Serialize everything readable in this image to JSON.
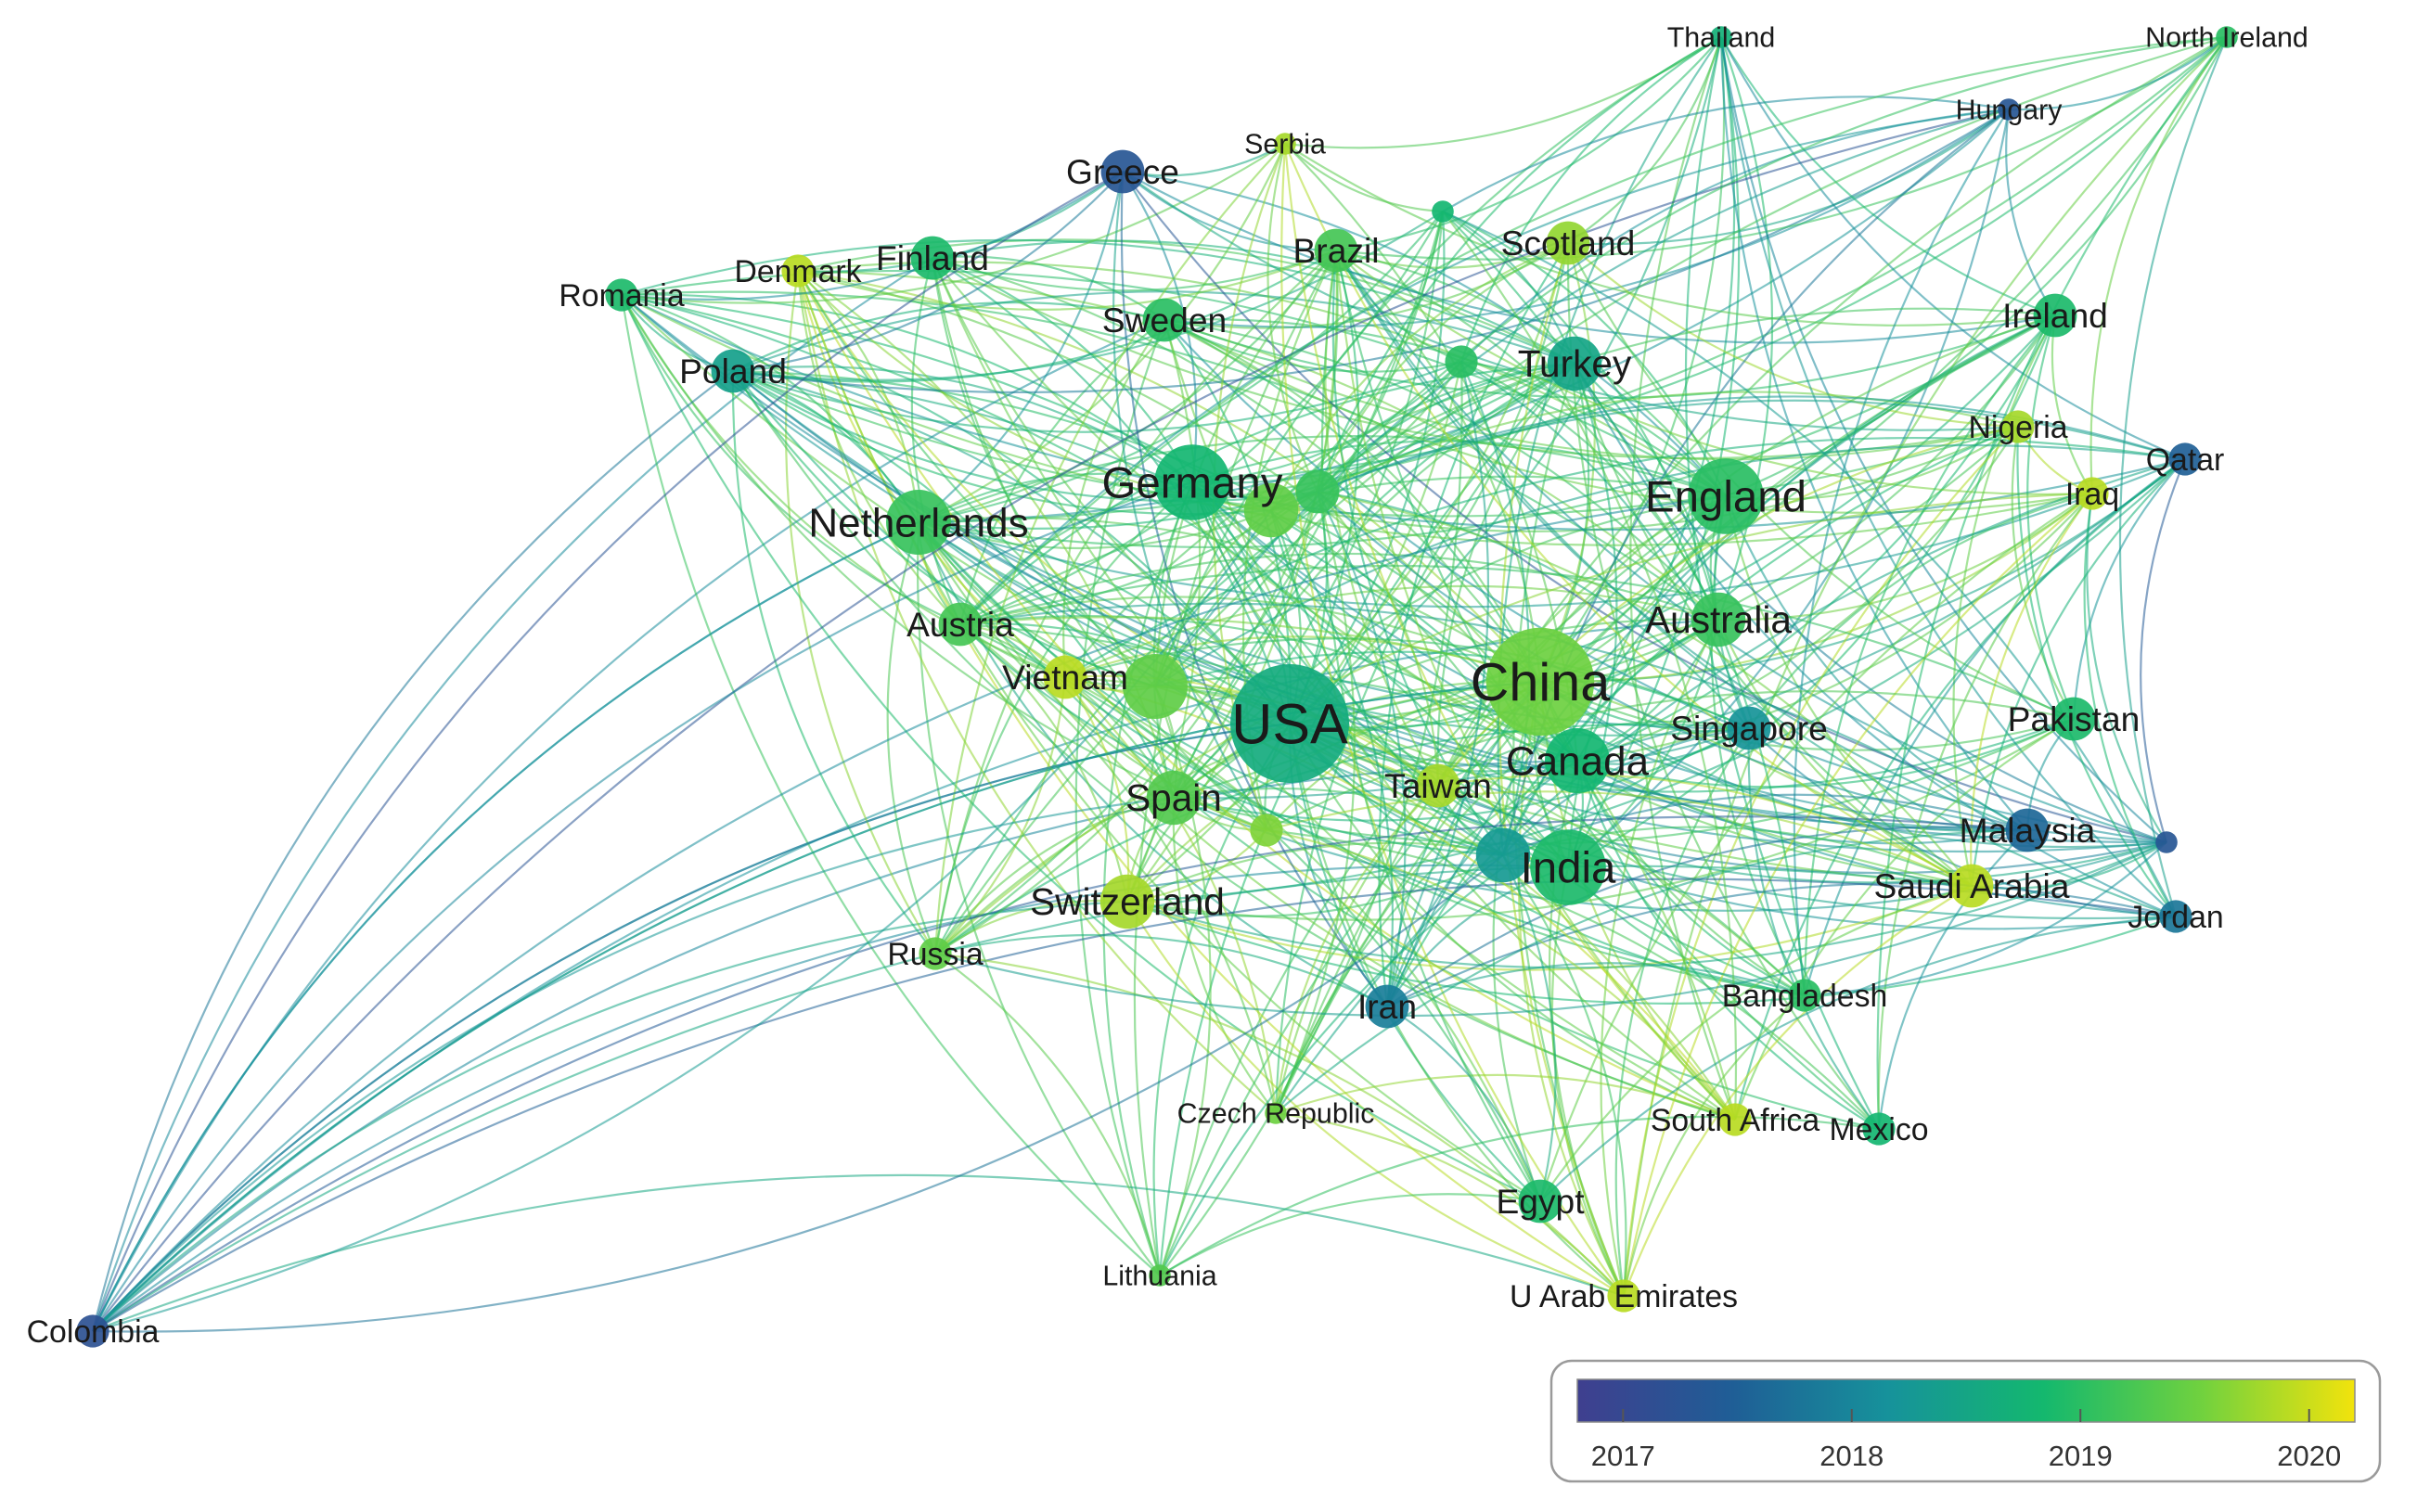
{
  "legend": {
    "ticks": [
      "2017",
      "2018",
      "2019",
      "2020"
    ],
    "range": [
      2016.8,
      2020.2
    ],
    "colors": [
      "#3f3f8f",
      "#1f5e96",
      "#16929b",
      "#14b86e",
      "#6fd13f",
      "#f2e30c"
    ]
  },
  "nodes": [
    {
      "id": "USA",
      "label": "USA",
      "weight": 10,
      "year": 2018.6
    },
    {
      "id": "China",
      "label": "China",
      "weight": 9,
      "year": 2019.5
    },
    {
      "id": "England",
      "label": "England",
      "weight": 6,
      "year": 2019.0
    },
    {
      "id": "Germany",
      "label": "Germany",
      "weight": 6,
      "year": 2018.8
    },
    {
      "id": "Netherlands",
      "label": "Netherlands",
      "weight": 5,
      "year": 2019.1
    },
    {
      "id": "India",
      "label": "India",
      "weight": 6,
      "year": 2018.9
    },
    {
      "id": "Canada",
      "label": "Canada",
      "weight": 5,
      "year": 2018.8
    },
    {
      "id": "Australia",
      "label": "Australia",
      "weight": 4,
      "year": 2019.1
    },
    {
      "id": "Turkey",
      "label": "Turkey",
      "weight": 4,
      "year": 2018.5
    },
    {
      "id": "Spain",
      "label": "Spain",
      "weight": 4,
      "year": 2019.3
    },
    {
      "id": "Switzerland",
      "label": "Switzerland",
      "weight": 4,
      "year": 2019.8
    },
    {
      "id": "Sweden",
      "label": "Sweden",
      "weight": 3,
      "year": 2019.0
    },
    {
      "id": "Finland",
      "label": "Finland",
      "weight": 3,
      "year": 2018.9
    },
    {
      "id": "Denmark",
      "label": "Denmark",
      "weight": 2,
      "year": 2019.9
    },
    {
      "id": "Romania",
      "label": "Romania",
      "weight": 2,
      "year": 2018.9
    },
    {
      "id": "Poland",
      "label": "Poland",
      "weight": 3,
      "year": 2018.4
    },
    {
      "id": "Greece",
      "label": "Greece",
      "weight": 3,
      "year": 2017.3
    },
    {
      "id": "Serbia",
      "label": "Serbia",
      "weight": 1,
      "year": 2019.8
    },
    {
      "id": "Brazil",
      "label": "Brazil",
      "weight": 3,
      "year": 2019.2
    },
    {
      "id": "Scotland",
      "label": "Scotland",
      "weight": 3,
      "year": 2019.7
    },
    {
      "id": "Thailand",
      "label": "Thailand",
      "weight": 1,
      "year": 2018.7
    },
    {
      "id": "Hungary",
      "label": "Hungary",
      "weight": 1,
      "year": 2017.3
    },
    {
      "id": "North Ireland",
      "label": "North Ireland",
      "weight": 1,
      "year": 2019.0
    },
    {
      "id": "Ireland",
      "label": "Ireland",
      "weight": 3,
      "year": 2018.9
    },
    {
      "id": "Nigeria",
      "label": "Nigeria",
      "weight": 2,
      "year": 2019.8
    },
    {
      "id": "Qatar",
      "label": "Qatar",
      "weight": 2,
      "year": 2017.5
    },
    {
      "id": "Iraq",
      "label": "Iraq",
      "weight": 2,
      "year": 2019.9
    },
    {
      "id": "Pakistan",
      "label": "Pakistan",
      "weight": 3,
      "year": 2018.9
    },
    {
      "id": "Singapore",
      "label": "Singapore",
      "weight": 3,
      "year": 2018.2
    },
    {
      "id": "Malaysia",
      "label": "Malaysia",
      "weight": 3,
      "year": 2017.6
    },
    {
      "id": "Saudi Arabia",
      "label": "Saudi Arabia",
      "weight": 3,
      "year": 2019.9
    },
    {
      "id": "Jordan",
      "label": "Jordan",
      "weight": 2,
      "year": 2017.8
    },
    {
      "id": "Bangladesh",
      "label": "Bangladesh",
      "weight": 2,
      "year": 2019.0
    },
    {
      "id": "Mexico",
      "label": "Mexico",
      "weight": 2,
      "year": 2018.8
    },
    {
      "id": "South Africa",
      "label": "South Africa",
      "weight": 2,
      "year": 2019.9
    },
    {
      "id": "Egypt",
      "label": "Egypt",
      "weight": 3,
      "year": 2018.9
    },
    {
      "id": "U Arab Emirates",
      "label": "U Arab Emirates",
      "weight": 2,
      "year": 2019.9
    },
    {
      "id": "Iran",
      "label": "Iran",
      "weight": 3,
      "year": 2017.9
    },
    {
      "id": "Taiwan",
      "label": "Taiwan",
      "weight": 3,
      "year": 2019.8
    },
    {
      "id": "Czech Republic",
      "label": "Czech Republic",
      "weight": 1,
      "year": 2019.5
    },
    {
      "id": "Lithuania",
      "label": "Lithuania",
      "weight": 1,
      "year": 2019.3
    },
    {
      "id": "Russia",
      "label": "Russia",
      "weight": 2,
      "year": 2019.4
    },
    {
      "id": "Vietnam",
      "label": "Vietnam",
      "weight": 3,
      "year": 2019.9
    },
    {
      "id": "Austria",
      "label": "Austria",
      "weight": 3,
      "year": 2019.2
    },
    {
      "id": "Colombia",
      "label": "Colombia",
      "weight": 2,
      "year": 2017.2
    },
    {
      "id": "unlabeled-1",
      "label": "",
      "weight": 4,
      "year": 2019.4
    },
    {
      "id": "unlabeled-2",
      "label": "",
      "weight": 3,
      "year": 2019.1
    },
    {
      "id": "unlabeled-3",
      "label": "",
      "weight": 5,
      "year": 2019.4
    },
    {
      "id": "unlabeled-4",
      "label": "",
      "weight": 4,
      "year": 2018.3
    },
    {
      "id": "unlabeled-5",
      "label": "",
      "weight": 2,
      "year": 2019.0
    },
    {
      "id": "unlabeled-6",
      "label": "",
      "weight": 1,
      "year": 2018.8
    },
    {
      "id": "unlabeled-7",
      "label": "",
      "weight": 2,
      "year": 2019.6
    },
    {
      "id": "unlabeled-8",
      "label": "",
      "weight": 1,
      "year": 2017.3
    }
  ]
}
